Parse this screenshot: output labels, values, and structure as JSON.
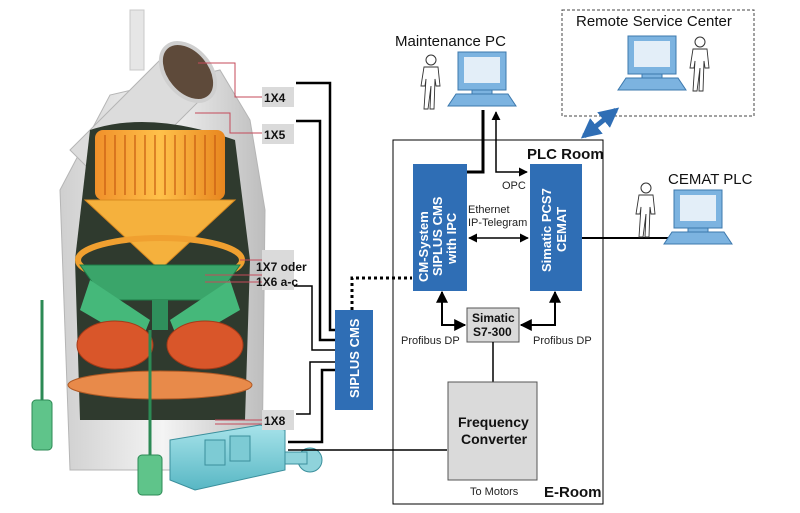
{
  "title": "Vertical roller mill condition monitoring system architecture",
  "colors": {
    "blue_box": "#2f6eb5",
    "monitor_blue": "#7cb3e0",
    "gray_box": "#dadada",
    "line": "#000000",
    "sensor_line": "#c44a5a",
    "remote_arrow": "#2f6eb5"
  },
  "mill": {
    "label_tags": [
      "1X4",
      "1X5",
      "1X7 oder",
      "1X6 a-c",
      "1X8"
    ]
  },
  "siplus_cms": {
    "label": "SIPLUS CMS"
  },
  "plc_room": {
    "label": "PLC Room",
    "cm_system": {
      "lines": [
        "CM-System",
        "SIPLUS CMS",
        "with IPC"
      ]
    },
    "pcs7": {
      "lines": [
        "Simatic PCS7",
        "CEMAT"
      ]
    },
    "ethernet_label": [
      "Ethernet",
      "IP-Telegram"
    ],
    "opc_label": "OPC"
  },
  "e_room": {
    "label": "E-Room",
    "s7": {
      "lines": [
        "Simatic",
        "S7-300"
      ]
    },
    "profibus_left": "Profibus DP",
    "profibus_right": "Profibus DP",
    "freq_converter": {
      "lines": [
        "Frequency",
        "Converter"
      ]
    },
    "to_motors": "To Motors"
  },
  "maintenance_pc": {
    "label": "Maintenance PC",
    "icons": [
      "person-icon",
      "computer-icon"
    ]
  },
  "remote_service_center": {
    "label": "Remote Service Center",
    "icons": [
      "computer-icon",
      "person-icon"
    ]
  },
  "cemat_plc": {
    "label": "CEMAT PLC",
    "icons": [
      "person-icon",
      "computer-icon"
    ]
  }
}
